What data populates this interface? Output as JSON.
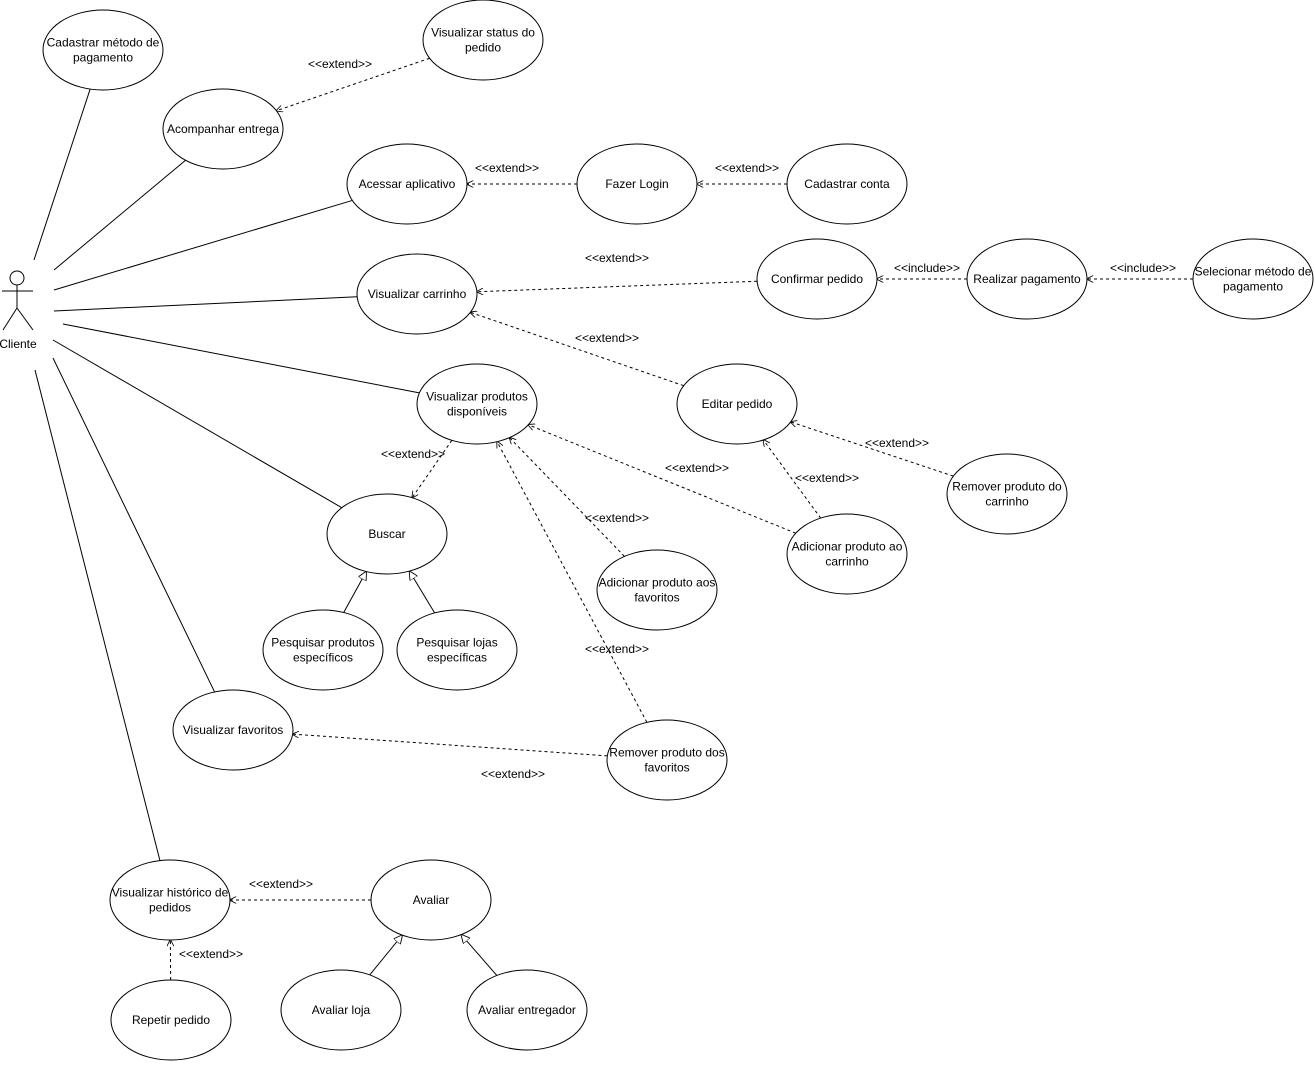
{
  "actor": {
    "id": "cliente",
    "label": "Cliente"
  },
  "stereotypes": {
    "extend": "<<extend>>",
    "include": "<<include>>"
  },
  "use_cases": [
    {
      "id": "cadastrar_metodo",
      "lines": [
        "Cadastrar método de",
        "pagamento"
      ]
    },
    {
      "id": "visualizar_status",
      "lines": [
        "Visualizar status do",
        "pedido"
      ]
    },
    {
      "id": "acompanhar_entrega",
      "lines": [
        "Acompanhar entrega"
      ]
    },
    {
      "id": "acessar_aplicativo",
      "lines": [
        "Acessar aplicativo"
      ]
    },
    {
      "id": "fazer_login",
      "lines": [
        "Fazer Login"
      ]
    },
    {
      "id": "cadastrar_conta",
      "lines": [
        "Cadastrar conta"
      ]
    },
    {
      "id": "visualizar_carrinho",
      "lines": [
        "Visualizar carrinho"
      ]
    },
    {
      "id": "confirmar_pedido",
      "lines": [
        "Confirmar pedido"
      ]
    },
    {
      "id": "realizar_pagamento",
      "lines": [
        "Realizar pagamento"
      ]
    },
    {
      "id": "selecionar_metodo",
      "lines": [
        "Selecionar método de",
        "pagamento"
      ]
    },
    {
      "id": "visualizar_produtos",
      "lines": [
        "Visualizar produtos",
        "disponíveis"
      ]
    },
    {
      "id": "editar_pedido",
      "lines": [
        "Editar pedido"
      ]
    },
    {
      "id": "remover_carrinho",
      "lines": [
        "Remover produto do",
        "carrinho"
      ]
    },
    {
      "id": "buscar",
      "lines": [
        "Buscar"
      ]
    },
    {
      "id": "adicionar_carrinho",
      "lines": [
        "Adicionar produto ao",
        "carrinho"
      ]
    },
    {
      "id": "adicionar_favoritos",
      "lines": [
        "Adicionar produto aos",
        "favoritos"
      ]
    },
    {
      "id": "pesquisar_produtos",
      "lines": [
        "Pesquisar produtos",
        "específicos"
      ]
    },
    {
      "id": "pesquisar_lojas",
      "lines": [
        "Pesquisar lojas",
        "específicas"
      ]
    },
    {
      "id": "visualizar_favoritos",
      "lines": [
        "Visualizar favoritos"
      ]
    },
    {
      "id": "remover_favoritos",
      "lines": [
        "Remover produto dos",
        "favoritos"
      ]
    },
    {
      "id": "visualizar_historico",
      "lines": [
        "Visualizar histórico de",
        "pedidos"
      ]
    },
    {
      "id": "avaliar",
      "lines": [
        "Avaliar"
      ]
    },
    {
      "id": "repetir_pedido",
      "lines": [
        "Repetir pedido"
      ]
    },
    {
      "id": "avaliar_loja",
      "lines": [
        "Avaliar loja"
      ]
    },
    {
      "id": "avaliar_entregador",
      "lines": [
        "Avaliar entregador"
      ]
    }
  ],
  "associations": [
    "cadastrar_metodo",
    "acompanhar_entrega",
    "acessar_aplicativo",
    "visualizar_carrinho",
    "visualizar_produtos",
    "buscar",
    "visualizar_favoritos",
    "visualizar_historico"
  ],
  "dependencies": [
    {
      "type": "extend",
      "from": "visualizar_status",
      "to": "acompanhar_entrega"
    },
    {
      "type": "extend",
      "from": "fazer_login",
      "to": "acessar_aplicativo"
    },
    {
      "type": "extend",
      "from": "cadastrar_conta",
      "to": "fazer_login"
    },
    {
      "type": "extend",
      "from": "confirmar_pedido",
      "to": "visualizar_carrinho"
    },
    {
      "type": "include",
      "from": "realizar_pagamento",
      "to": "confirmar_pedido"
    },
    {
      "type": "include",
      "from": "selecionar_metodo",
      "to": "realizar_pagamento"
    },
    {
      "type": "extend",
      "from": "editar_pedido",
      "to": "visualizar_carrinho"
    },
    {
      "type": "extend",
      "from": "remover_carrinho",
      "to": "editar_pedido"
    },
    {
      "type": "extend",
      "from": "adicionar_carrinho",
      "to": "editar_pedido"
    },
    {
      "type": "extend",
      "from": "adicionar_carrinho",
      "to": "visualizar_produtos"
    },
    {
      "type": "extend",
      "from": "visualizar_produtos",
      "to": "buscar"
    },
    {
      "type": "extend",
      "from": "adicionar_favoritos",
      "to": "visualizar_produtos"
    },
    {
      "type": "extend",
      "from": "remover_favoritos",
      "to": "visualizar_produtos"
    },
    {
      "type": "extend",
      "from": "remover_favoritos",
      "to": "visualizar_favoritos"
    },
    {
      "type": "extend",
      "from": "avaliar",
      "to": "visualizar_historico"
    },
    {
      "type": "extend",
      "from": "repetir_pedido",
      "to": "visualizar_historico"
    }
  ],
  "generalizations": [
    {
      "child": "pesquisar_produtos",
      "parent": "buscar"
    },
    {
      "child": "pesquisar_lojas",
      "parent": "buscar"
    },
    {
      "child": "avaliar_loja",
      "parent": "avaliar"
    },
    {
      "child": "avaliar_entregador",
      "parent": "avaliar"
    }
  ]
}
